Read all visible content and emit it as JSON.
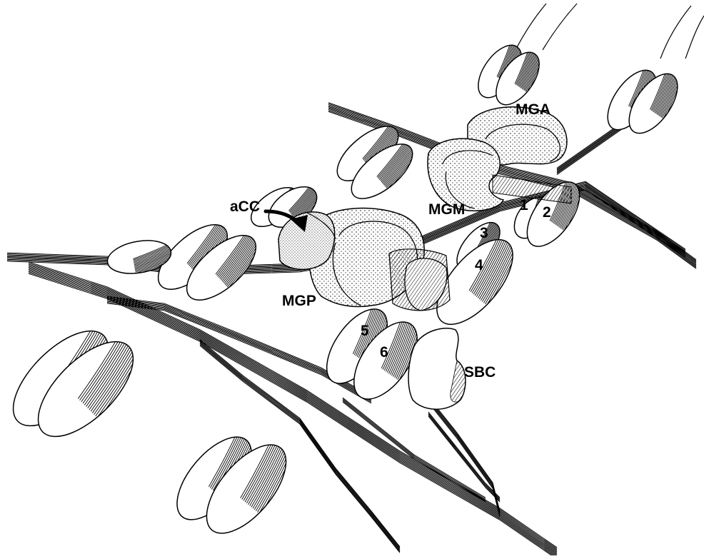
{
  "figure": {
    "labels": {
      "mga": "MGA",
      "mgm": "MGM",
      "mgp": "MGP",
      "acc": "aCC",
      "sbc": "SBC",
      "n1": "1",
      "n2": "2",
      "n3": "3",
      "n4": "4",
      "n5": "5",
      "n6": "6"
    }
  }
}
